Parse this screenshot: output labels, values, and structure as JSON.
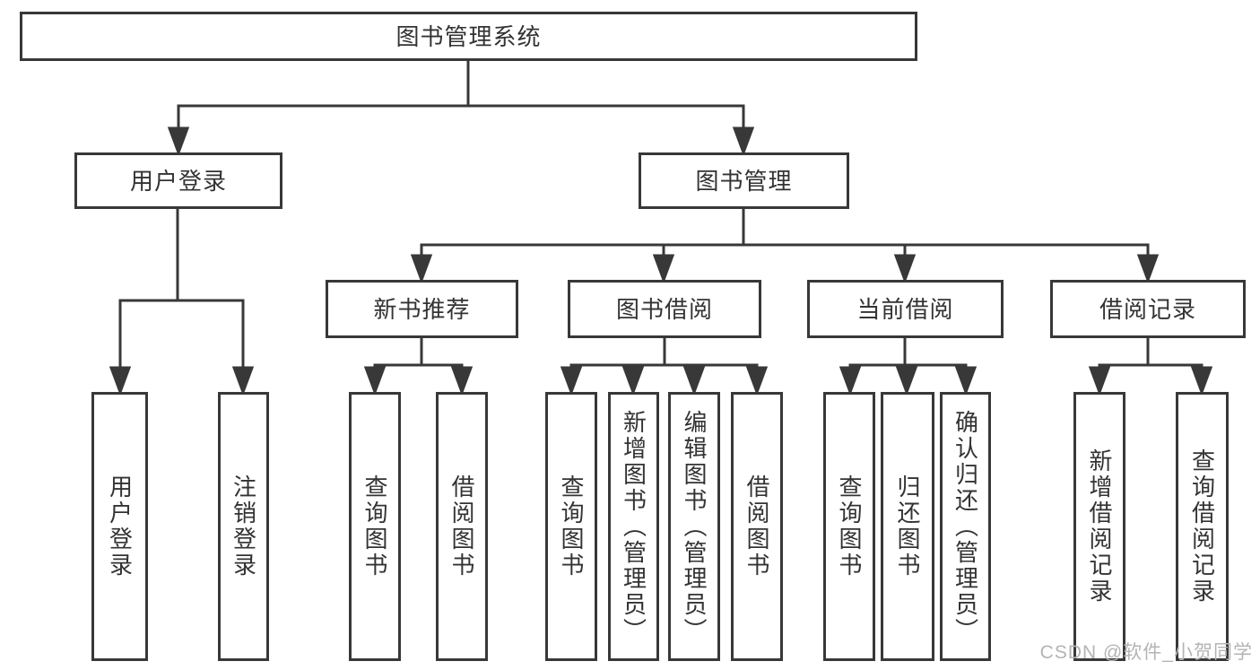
{
  "diagram": {
    "title": "图书管理系统",
    "level2": [
      {
        "id": "user-login",
        "label": "用户登录"
      },
      {
        "id": "book-management",
        "label": "图书管理"
      }
    ],
    "level3": [
      {
        "id": "new-book-recommend",
        "label": "新书推荐",
        "parent": "图书管理"
      },
      {
        "id": "book-borrow",
        "label": "图书借阅",
        "parent": "图书管理"
      },
      {
        "id": "current-borrow",
        "label": "当前借阅",
        "parent": "图书管理"
      },
      {
        "id": "borrow-record",
        "label": "借阅记录",
        "parent": "图书管理"
      }
    ],
    "leaves": [
      {
        "id": "user-login-action",
        "label": "用户登录",
        "parent": "用户登录"
      },
      {
        "id": "logout-action",
        "label": "注销登录",
        "parent": "用户登录"
      },
      {
        "id": "query-book-recommend",
        "label": "查询图书",
        "parent": "新书推荐"
      },
      {
        "id": "borrow-book-recommend",
        "label": "借阅图书",
        "parent": "新书推荐"
      },
      {
        "id": "query-book-borrow",
        "label": "查询图书",
        "parent": "图书借阅"
      },
      {
        "id": "add-book-admin",
        "label": "新增图书（管理员）",
        "parent": "图书借阅"
      },
      {
        "id": "edit-book-admin",
        "label": "编辑图书（管理员）",
        "parent": "图书借阅"
      },
      {
        "id": "borrow-book-action",
        "label": "借阅图书",
        "parent": "图书借阅"
      },
      {
        "id": "query-book-current",
        "label": "查询图书",
        "parent": "当前借阅"
      },
      {
        "id": "return-book",
        "label": "归还图书",
        "parent": "当前借阅"
      },
      {
        "id": "confirm-return-admin",
        "label": "确认归还（管理员）",
        "parent": "当前借阅"
      },
      {
        "id": "add-borrow-record",
        "label": "新增借阅记录",
        "parent": "借阅记录"
      },
      {
        "id": "query-borrow-record",
        "label": "查询借阅记录",
        "parent": "借阅记录"
      }
    ]
  },
  "watermark": "CSDN @软件_小贺同学",
  "colors": {
    "line": "#383838",
    "box_border": "#383838",
    "text": "#333333",
    "watermark": "#b4b4b4",
    "background": "#ffffff"
  }
}
